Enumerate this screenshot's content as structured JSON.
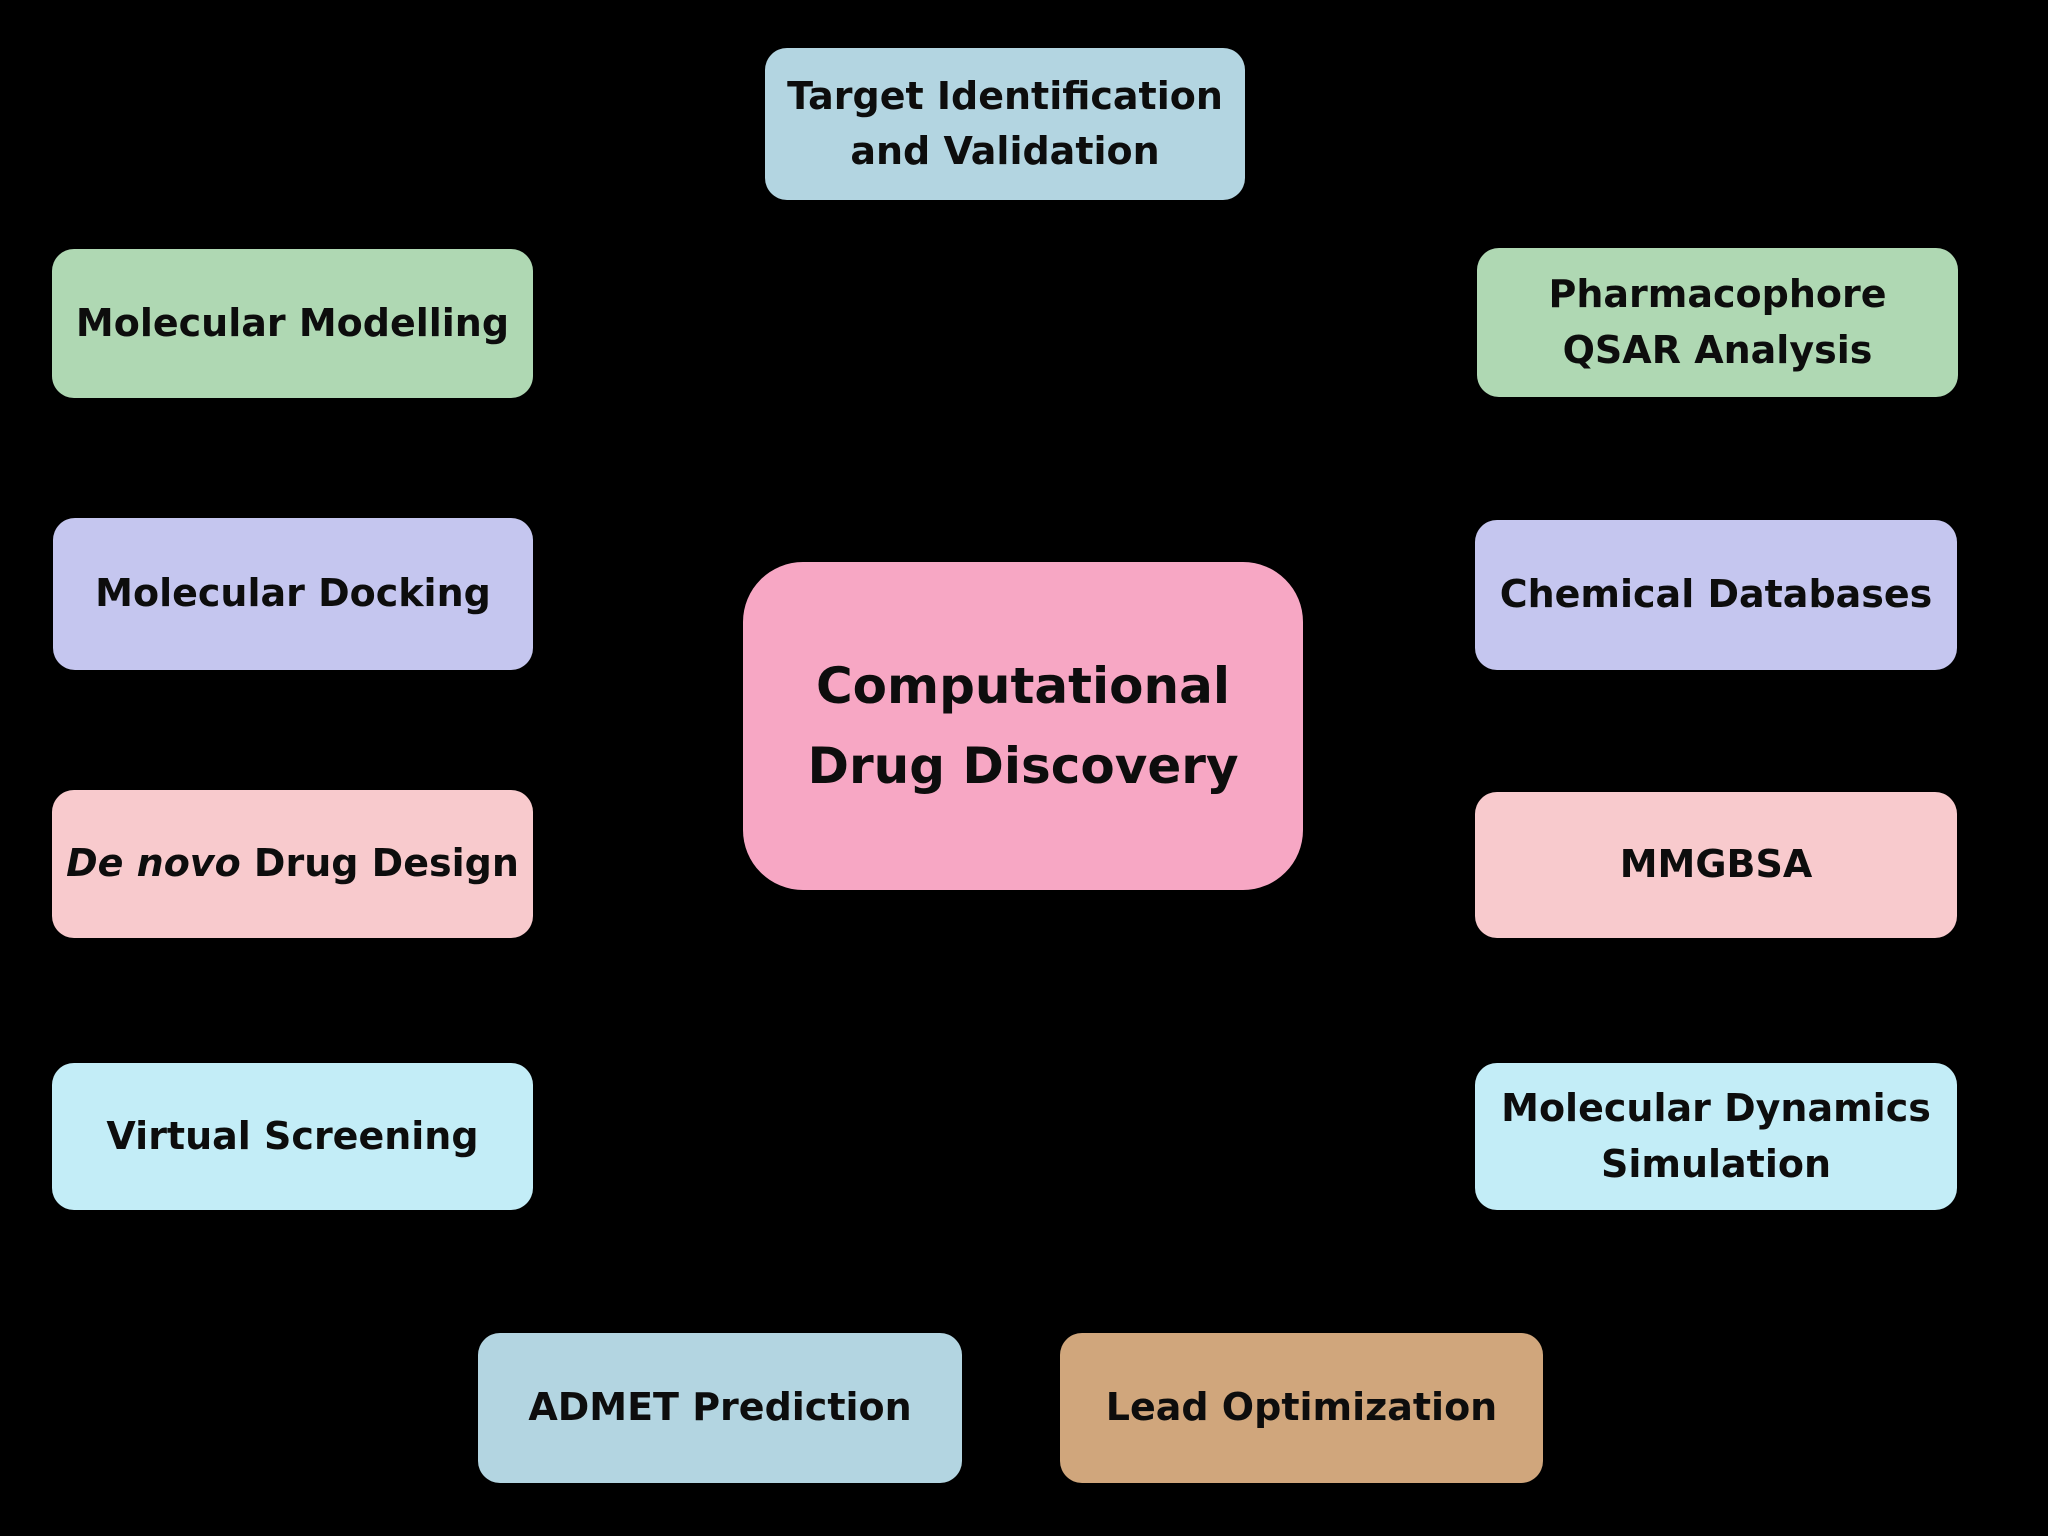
{
  "diagram": {
    "background": "#000000",
    "text_color": "#0d0d0d"
  },
  "palette": {
    "light_blue": "#b3d5e1",
    "green": "#afd8b3",
    "lavender": "#c5c6ef",
    "light_pink": "#f8cacd",
    "cyan": "#c3edf7",
    "tan": "#d0a67c",
    "center_pink": "#f7a7c4"
  },
  "center": {
    "label": "Computational\nDrug Discovery"
  },
  "nodes": {
    "target_identification": {
      "label": "Target Identification\nand Validation"
    },
    "molecular_modelling": {
      "label": "Molecular Modelling"
    },
    "pharmacophore_qsar": {
      "label": "Pharmacophore\nQSAR Analysis"
    },
    "molecular_docking": {
      "label": "Molecular Docking"
    },
    "chemical_databases": {
      "label": "Chemical Databases"
    },
    "de_novo": {
      "label_italic": "De novo",
      "label_rest": " Drug Design"
    },
    "mmgbsa": {
      "label": "MMGBSA"
    },
    "virtual_screening": {
      "label": "Virtual Screening"
    },
    "molecular_dynamics": {
      "label": "Molecular Dynamics\nSimulation"
    },
    "admet": {
      "label": "ADMET Prediction"
    },
    "lead_optimization": {
      "label": "Lead Optimization"
    }
  }
}
